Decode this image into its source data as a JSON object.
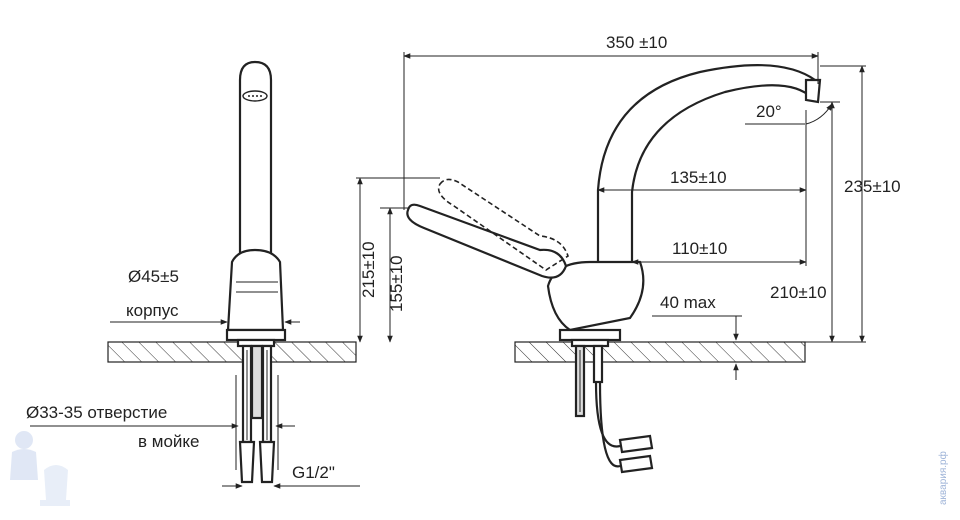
{
  "labels": {
    "body_diameter": "Ø45±5",
    "body_word": "корпус",
    "hole_diameter": "Ø33-35 отверстие",
    "hole_location": "в мойке",
    "thread": "G1/2\"",
    "height_total": "215±10",
    "height_handle": "155±10",
    "spout_length": "350 ±10",
    "spout_angle": "20°",
    "reach_upper": "135±10",
    "reach_lower": "110±10",
    "height_spout": "235±10",
    "height_outlet": "210±10",
    "counter_thickness": "40 max"
  },
  "watermark": "аквария.рф",
  "colors": {
    "line": "#222222",
    "watermark": "#9fb4d8"
  }
}
